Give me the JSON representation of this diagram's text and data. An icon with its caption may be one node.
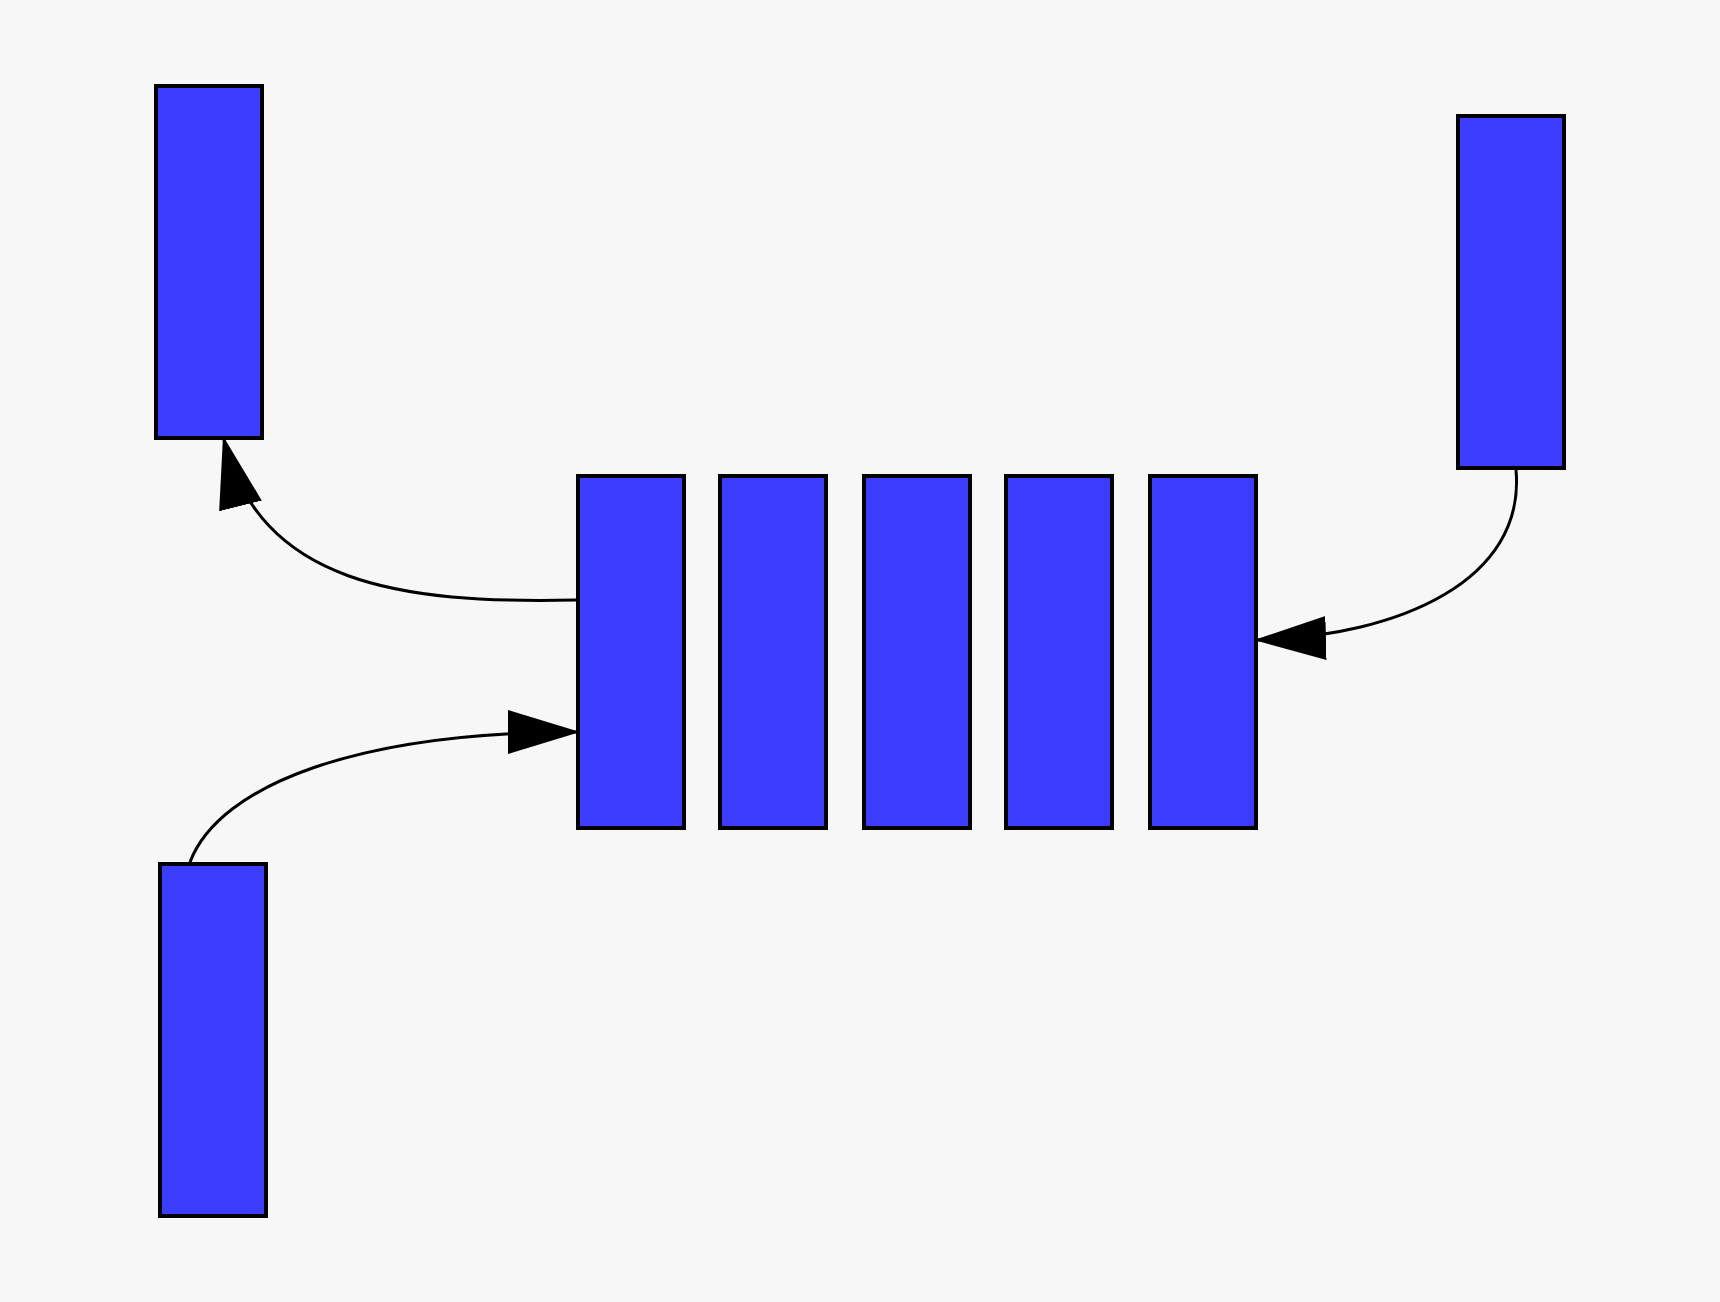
{
  "diagram": {
    "nodes": [
      {
        "text": [],
        "shape": "bar"
      },
      {
        "text": [],
        "shape": "bar"
      },
      {
        "text": [],
        "shape": "bar"
      },
      {
        "text": [],
        "shape": "bar"
      },
      {
        "text": [],
        "shape": "bar"
      },
      {
        "text": [],
        "shape": "bar"
      },
      {
        "text": [],
        "shape": "bar"
      },
      {
        "text": [],
        "shape": "bar"
      }
    ],
    "edges": [
      {
        "from": 7,
        "to": 2,
        "arrow": "to"
      },
      {
        "from": 1,
        "to": 6,
        "arrow": "to"
      },
      {
        "from": 2,
        "to": 0,
        "arrow": "to"
      }
    ]
  }
}
